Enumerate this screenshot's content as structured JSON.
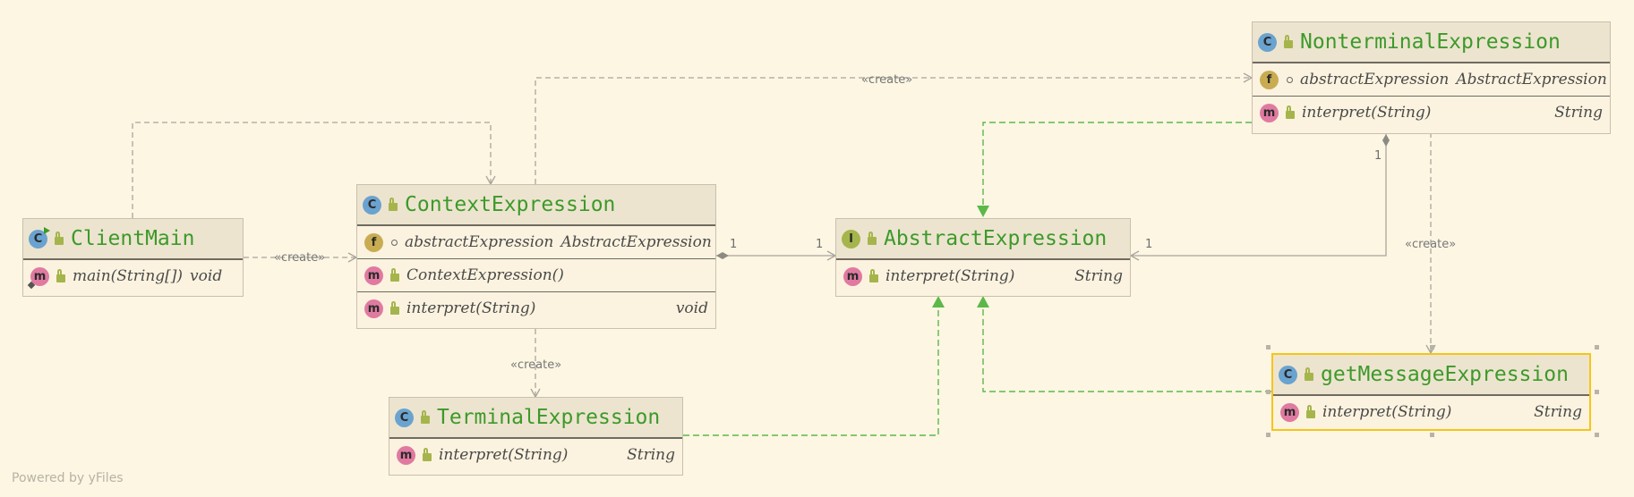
{
  "diagram": {
    "nodes": {
      "client_main": {
        "title": "ClientMain",
        "kind_icon": "class-icon",
        "members": [
          {
            "kind": "m",
            "name": "main(String[])",
            "type": "void"
          }
        ]
      },
      "context_expression": {
        "title": "ContextExpression",
        "kind_icon": "class-icon",
        "members": [
          {
            "kind": "f",
            "name": "abstractExpression",
            "type": "AbstractExpression"
          },
          {
            "kind": "m",
            "name": "ContextExpression()",
            "type": ""
          },
          {
            "kind": "m",
            "name": "interpret(String)",
            "type": "void"
          }
        ]
      },
      "abstract_expression": {
        "title": "AbstractExpression",
        "kind_icon": "interface-icon",
        "members": [
          {
            "kind": "m",
            "name": "interpret(String)",
            "type": "String"
          }
        ]
      },
      "terminal_expression": {
        "title": "TerminalExpression",
        "kind_icon": "class-icon",
        "members": [
          {
            "kind": "m",
            "name": "interpret(String)",
            "type": "String"
          }
        ]
      },
      "nonterminal_expression": {
        "title": "NonterminalExpression",
        "kind_icon": "class-icon",
        "members": [
          {
            "kind": "f",
            "name": "abstractExpression",
            "type": "AbstractExpression"
          },
          {
            "kind": "m",
            "name": "interpret(String)",
            "type": "String"
          }
        ]
      },
      "get_message_expression": {
        "title": "getMessageExpression",
        "kind_icon": "class-icon",
        "members": [
          {
            "kind": "m",
            "name": "interpret(String)",
            "type": "String"
          }
        ]
      }
    },
    "edge_labels": {
      "client_create": "«create»",
      "context_to_nonterminal_create": "«create»",
      "context_to_terminal_create": "«create»",
      "nonterminal_to_getmessage_create": "«create»",
      "context_agg_source_mult": "1",
      "context_agg_target_mult": "1",
      "nonterminal_agg_source_mult": "1",
      "nonterminal_agg_target_mult": "1"
    },
    "badges": {
      "c": "C",
      "i": "I",
      "m": "m",
      "f": "f"
    },
    "colors": {
      "background": "#fdf6e3",
      "dependency_edge": "#a8a59d",
      "realization_edge": "#5db84a",
      "selection": "#f5c518",
      "title_text": "#3c9a2a"
    }
  },
  "footer": {
    "text": "Powered by yFiles"
  }
}
